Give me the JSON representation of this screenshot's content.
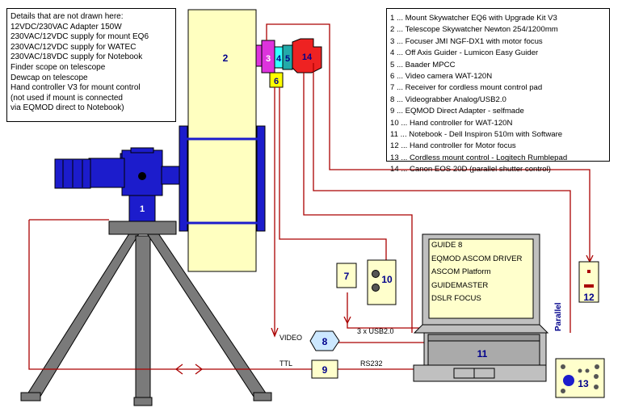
{
  "notes": {
    "lines": [
      "Details that are not drawn here:",
      "12VDC/230VAC Adapter 150W",
      "230VAC/12VDC supply for mount EQ6",
      "230VAC/12VDC supply for WATEC",
      "230VAC/18VDC supply for Notebook",
      "Finder scope on telescope",
      "Dewcap on telescope",
      "Hand controller V3 for mount control",
      "(not used if mount is connected",
      "via EQMOD direct to Notebook)"
    ]
  },
  "legend": {
    "lines": [
      "1 ... Mount Skywatcher EQ6 with Upgrade Kit V3",
      "2 ... Telescope Skywatcher Newton 254/1200mm",
      "3 ... Focuser JMI NGF-DX1 with motor focus",
      "4 ... Off Axis Guider - Lumicon Easy Guider",
      "5 ... Baader MPCC",
      "6 ... Video camera WAT-120N",
      "7 ... Receiver for cordless mount control pad",
      "8 ... Videograbber Analog/USB2.0",
      "9 ... EQMOD Direct Adapter - selfmade",
      "10 ... Hand controller for WAT-120N",
      "11 ... Notebook - Dell Inspiron 510m with Software",
      "12 ... Hand controller for Motor focus",
      "13 ... Cordless mount control - Logitech Rumblepad",
      "14 ... Canon EOS 20D (parallel shutter control)"
    ]
  },
  "screen": {
    "lines": [
      "GUIDE 8",
      "EQMOD ASCOM DRIVER",
      "ASCOM Platform",
      "GUIDEMASTER",
      "DSLR FOCUS"
    ]
  },
  "labels": {
    "n1": "1",
    "n2": "2",
    "n3": "3",
    "n4": "4",
    "n5": "5",
    "n6": "6",
    "n7": "7",
    "n8": "8",
    "n9": "9",
    "n10": "10",
    "n11": "11",
    "n12": "12",
    "n13": "13",
    "n14": "14",
    "video": "VIDEO",
    "usb": "3 x USB2.0",
    "parallel": "Parallel",
    "ttl": "TTL",
    "rs232": "RS232"
  },
  "colors": {
    "mount_blue": "#1c1ccc",
    "tripod_gray": "#7a7a7a",
    "tube_cream": "#ffffc0",
    "focuser_magenta": "#dd33dd",
    "oag_cyan": "#33ffff",
    "mpcc_teal": "#22aaaa",
    "camera_red": "#ee2222",
    "cable_red": "#aa0000",
    "device_yellow": "#ffffcc",
    "videograbber_blue": "#cce8ff",
    "laptop_gray": "#c0c0c0"
  }
}
